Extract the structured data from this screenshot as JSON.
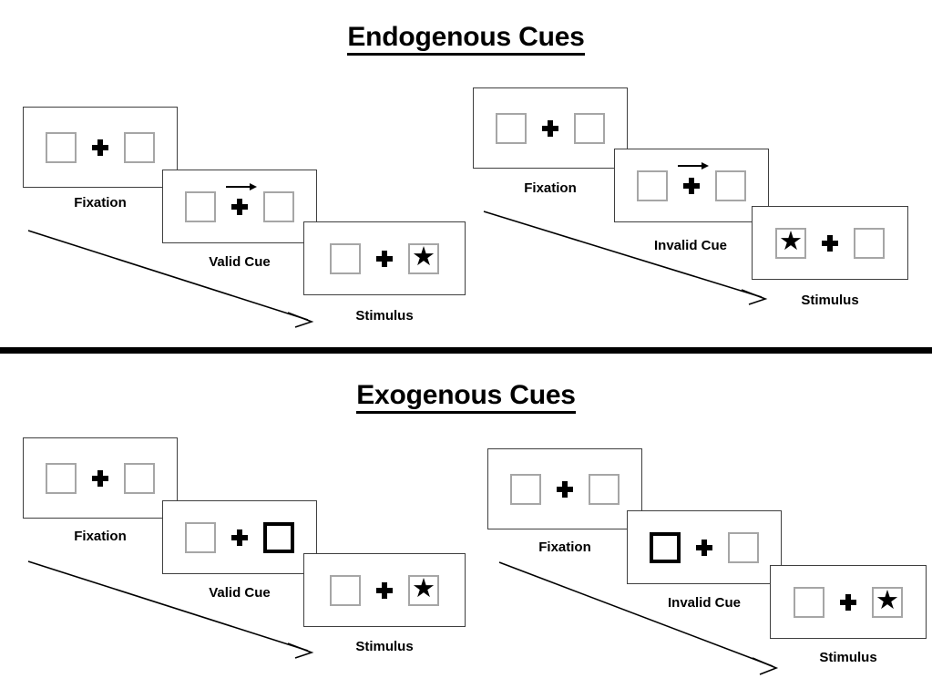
{
  "sections": [
    {
      "id": "endogenous",
      "title": "Endogenous Cues",
      "columns": [
        {
          "id": "valid",
          "frames": [
            {
              "caption": "Fixation",
              "left_box": "empty",
              "right_box": "empty",
              "arrow_cue": false
            },
            {
              "caption": "Valid Cue",
              "left_box": "empty",
              "right_box": "empty",
              "arrow_cue": true,
              "arrow_direction": "right"
            },
            {
              "caption": "Stimulus",
              "left_box": "empty",
              "right_box": "star",
              "arrow_cue": false
            }
          ]
        },
        {
          "id": "invalid",
          "frames": [
            {
              "caption": "Fixation",
              "left_box": "empty",
              "right_box": "empty",
              "arrow_cue": false
            },
            {
              "caption": "Invalid Cue",
              "left_box": "empty",
              "right_box": "empty",
              "arrow_cue": true,
              "arrow_direction": "right"
            },
            {
              "caption": "Stimulus",
              "left_box": "star",
              "right_box": "empty",
              "arrow_cue": false
            }
          ]
        }
      ]
    },
    {
      "id": "exogenous",
      "title": "Exogenous Cues",
      "columns": [
        {
          "id": "valid",
          "frames": [
            {
              "caption": "Fixation",
              "left_box": "empty",
              "right_box": "empty",
              "arrow_cue": false
            },
            {
              "caption": "Valid Cue",
              "left_box": "empty",
              "right_box": "cued",
              "arrow_cue": false
            },
            {
              "caption": "Stimulus",
              "left_box": "empty",
              "right_box": "star",
              "arrow_cue": false
            }
          ]
        },
        {
          "id": "invalid",
          "frames": [
            {
              "caption": "Fixation",
              "left_box": "empty",
              "right_box": "empty",
              "arrow_cue": false
            },
            {
              "caption": "Invalid Cue",
              "left_box": "cued",
              "right_box": "empty",
              "arrow_cue": false
            },
            {
              "caption": "Stimulus",
              "left_box": "empty",
              "right_box": "star",
              "arrow_cue": false
            }
          ]
        }
      ]
    }
  ],
  "glyphs": {
    "star": "★"
  },
  "colors": {
    "frame_border": "#3f3f3f",
    "box_border": "#a6a6a6",
    "cued_box_border": "#000000",
    "ink": "#000000",
    "background": "#ffffff"
  }
}
